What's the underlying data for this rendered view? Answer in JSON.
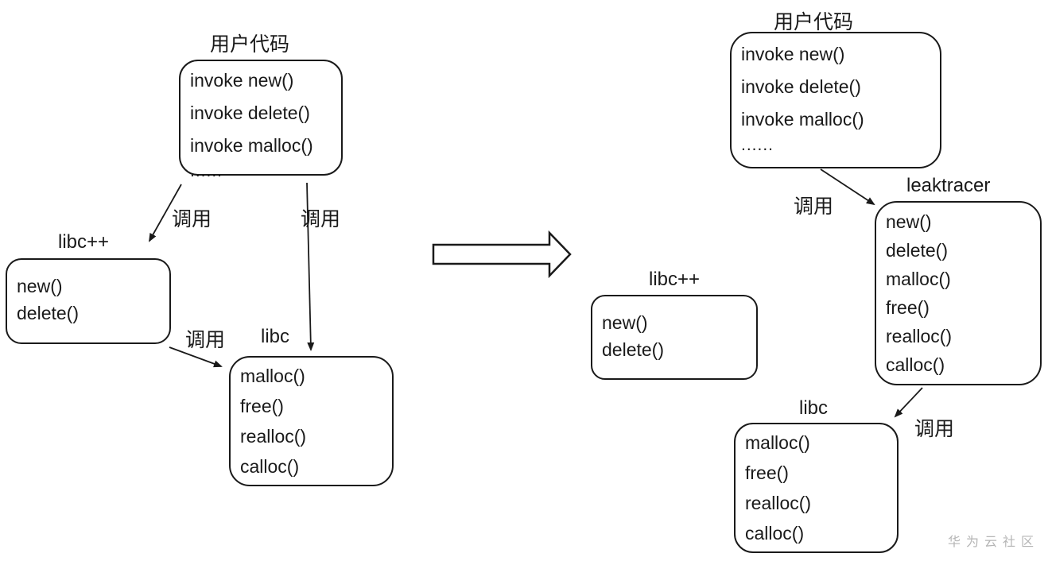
{
  "colors": {
    "stroke": "#1a1a1a",
    "background": "#ffffff",
    "watermark_gray": "#b5b5b5"
  },
  "watermark": "华为云社区",
  "left_panel": {
    "user_code": {
      "title": "用户代码",
      "items": [
        "invoke new()",
        "invoke delete()",
        "invoke malloc()",
        "......"
      ]
    },
    "libcpp": {
      "title": "libc++",
      "items": [
        "new()",
        "delete()"
      ]
    },
    "libc": {
      "title": "libc",
      "items": [
        "malloc()",
        "free()",
        "realloc()",
        "calloc()"
      ]
    },
    "labels": {
      "call1": "调用",
      "call2": "调用",
      "call3": "调用"
    }
  },
  "right_panel": {
    "user_code": {
      "title": "用户代码",
      "items": [
        "invoke new()",
        "invoke delete()",
        "invoke malloc()",
        "......"
      ]
    },
    "leaktracer": {
      "title": "leaktracer",
      "items": [
        "new()",
        "delete()",
        "malloc()",
        "free()",
        "realloc()",
        "calloc()"
      ]
    },
    "libcpp": {
      "title": "libc++",
      "items": [
        "new()",
        "delete()"
      ]
    },
    "libc": {
      "title": "libc",
      "items": [
        "malloc()",
        "free()",
        "realloc()",
        "calloc()"
      ]
    },
    "labels": {
      "call1": "调用",
      "call2": "调用"
    }
  }
}
